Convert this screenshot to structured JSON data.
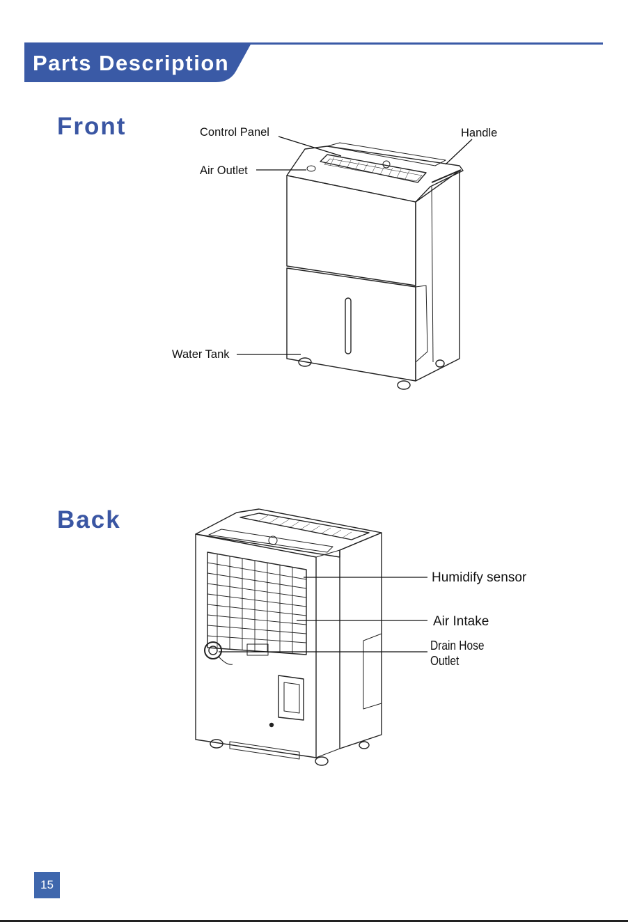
{
  "header": {
    "title": "Parts Description"
  },
  "front": {
    "heading": "Front",
    "labels": {
      "control_panel": "Control Panel",
      "handle": "Handle",
      "air_outlet": "Air Outlet",
      "water_tank": "Water Tank"
    }
  },
  "back": {
    "heading": "Back",
    "labels": {
      "humidify_sensor": "Humidify sensor",
      "air_intake": "Air Intake",
      "drain_hose_line1": "Drain Hose",
      "drain_hose_line2": "Outlet"
    }
  },
  "footer": {
    "page_number": "15"
  },
  "colors": {
    "accent": "#3a5aa6",
    "page_badge": "#3f67ad"
  }
}
